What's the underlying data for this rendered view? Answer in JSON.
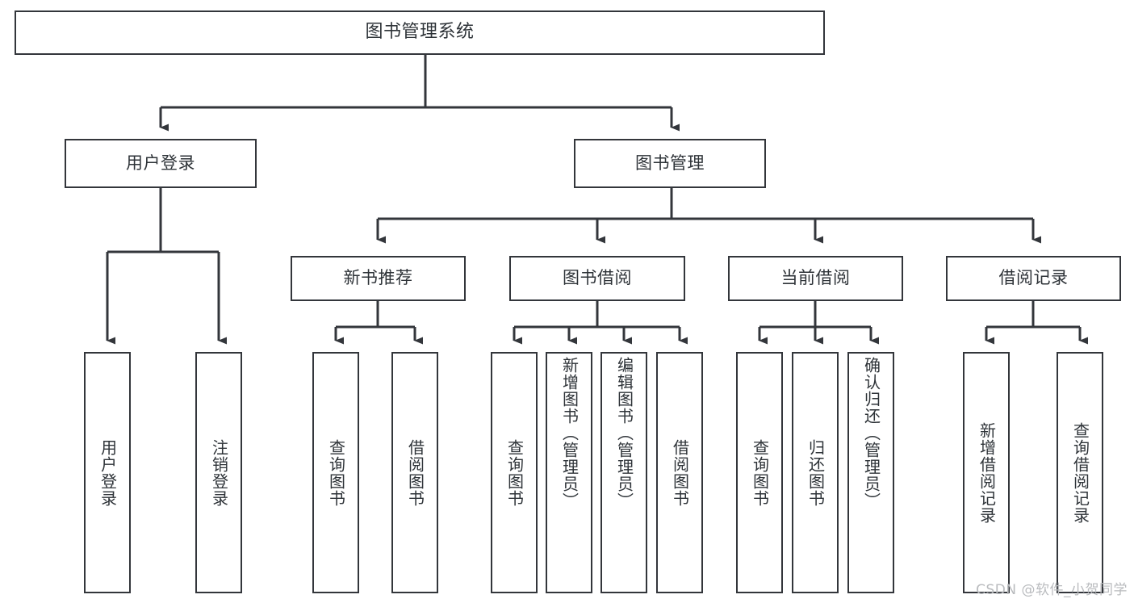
{
  "diagram": {
    "type": "tree-hierarchy",
    "title": "图书管理系统",
    "watermark": "CSDN @软件_小贺同学",
    "colors": {
      "box_border": "#33363b",
      "box_fill": "#ffffff",
      "connector": "#33363b",
      "text": "#2e3338",
      "watermark": "#b9bbbe",
      "background": "#ffffff"
    },
    "levels": {
      "root": [
        "图书管理系统"
      ],
      "level2": [
        "用户登录",
        "图书管理"
      ],
      "level3": [
        "新书推荐",
        "图书借阅",
        "当前借阅",
        "借阅记录"
      ],
      "leaves": [
        "用户登录",
        "注销登录",
        "查询图书",
        "借阅图书",
        "查询图书",
        "新增图书（管理员）",
        "编辑图书（管理员）",
        "借阅图书",
        "查询图书",
        "归还图书",
        "确认归还（管理员）",
        "新增借阅记录",
        "查询借阅记录"
      ]
    },
    "nodes": {
      "root": {
        "label": "图书管理系统"
      },
      "user_login": {
        "label": "用户登录"
      },
      "book_manage": {
        "label": "图书管理"
      },
      "new_book_rec": {
        "label": "新书推荐"
      },
      "book_borrow": {
        "label": "图书借阅"
      },
      "current_borrow": {
        "label": "当前借阅"
      },
      "borrow_record": {
        "label": "借阅记录"
      },
      "leaf_user_login": {
        "label": "用户登录"
      },
      "leaf_user_logout": {
        "label": "注销登录"
      },
      "leaf_query_book_1": {
        "label": "查询图书"
      },
      "leaf_borrow_book_1": {
        "label": "借阅图书"
      },
      "leaf_query_book_2": {
        "label": "查询图书"
      },
      "leaf_add_book": {
        "label": "新增图书（管理员）"
      },
      "leaf_edit_book": {
        "label": "编辑图书（管理员）"
      },
      "leaf_borrow_book_2": {
        "label": "借阅图书"
      },
      "leaf_query_book_3": {
        "label": "查询图书"
      },
      "leaf_return_book": {
        "label": "归还图书"
      },
      "leaf_confirm_return": {
        "label": "确认归还（管理员）"
      },
      "leaf_add_record": {
        "label": "新增借阅记录"
      },
      "leaf_query_record": {
        "label": "查询借阅记录"
      }
    }
  }
}
